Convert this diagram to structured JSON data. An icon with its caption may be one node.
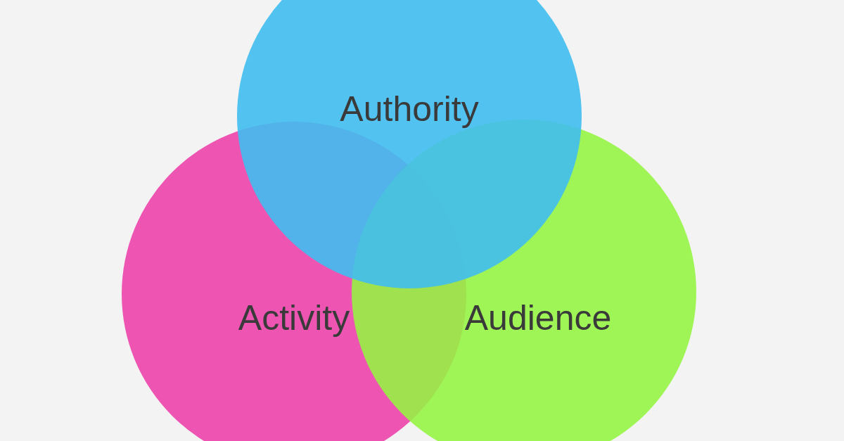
{
  "diagram": {
    "nodes": [
      {
        "text": [
          "Authority"
        ]
      },
      {
        "text": [
          "Activity"
        ]
      },
      {
        "text": [
          "Audience"
        ]
      }
    ]
  }
}
